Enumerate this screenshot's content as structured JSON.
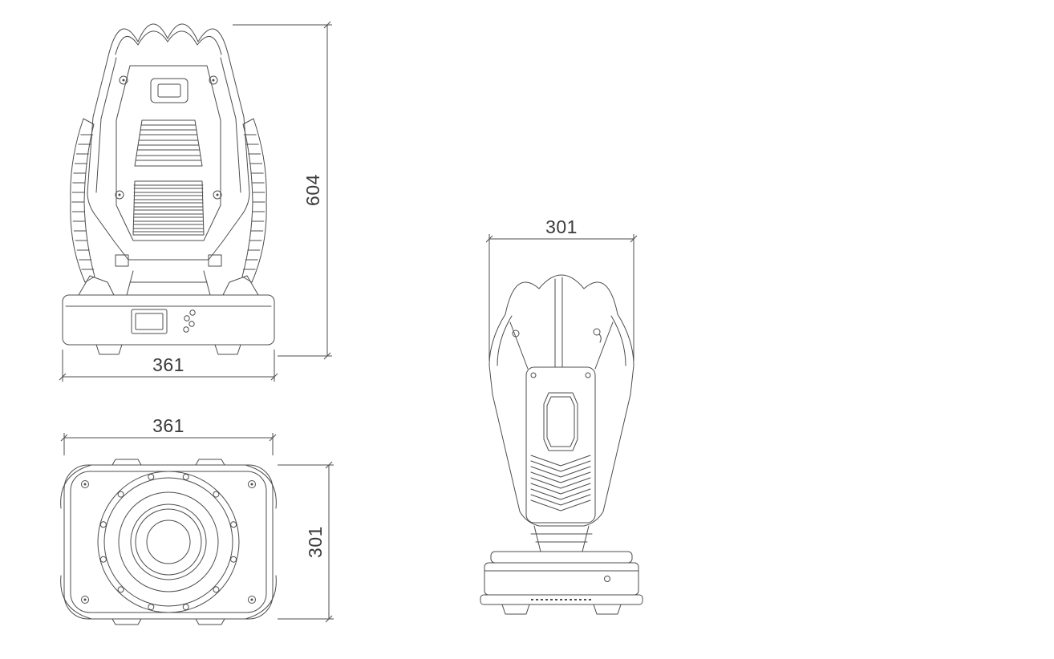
{
  "drawing": {
    "type": "technical-dimension-drawing",
    "views": [
      "front",
      "top",
      "side"
    ]
  },
  "dimensions": {
    "front_height": "604",
    "front_width": "361",
    "top_width": "361",
    "top_depth": "301",
    "side_width": "301"
  },
  "colors": {
    "line": "#4d4d4d",
    "text": "#3a3a3a",
    "background": "#ffffff"
  }
}
